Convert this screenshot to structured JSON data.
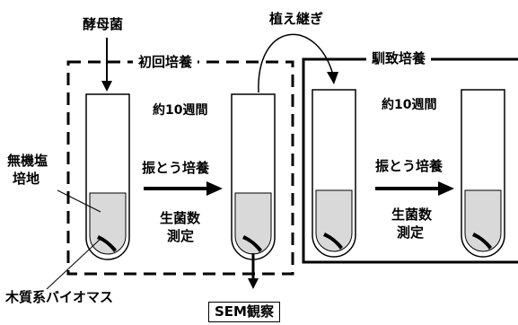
{
  "labels": {
    "yeast": "酵母菌",
    "initial_culture": "初回培養",
    "subculture": "植え継ぎ",
    "acclimation_culture": "馴致培養",
    "duration_initial": "約10週間",
    "duration_acclimation": "約10週間",
    "medium_line1": "無機塩",
    "medium_line2": "培地",
    "shaking_initial": "振とう培養",
    "shaking_acclimation": "振とう培養",
    "count_initial_line1": "生菌数",
    "count_initial_line2": "測定",
    "count_acclimation_line1": "生菌数",
    "count_acclimation_line2": "測定",
    "biomass": "木質系バイオマス",
    "sem": "SEM観察"
  }
}
